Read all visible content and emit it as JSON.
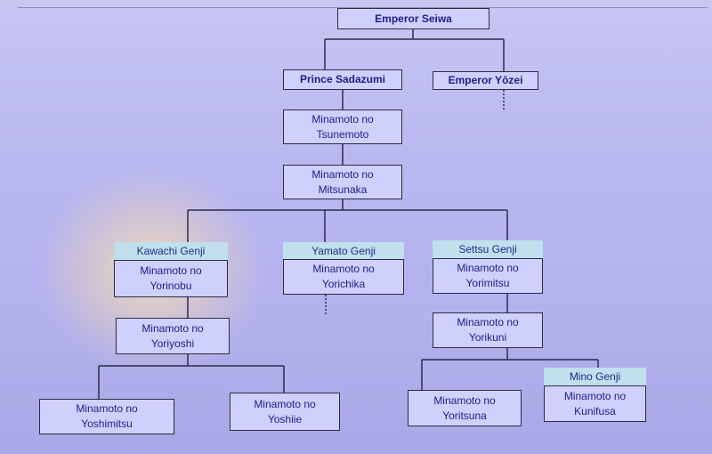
{
  "nodes": {
    "seiwa": "Emperor Seiwa",
    "sadazumi": "Prince Sadazumi",
    "yozei": "Emperor Yōzei",
    "tsunemoto": "Minamoto no\nTsunemoto",
    "mitsunaka": "Minamoto no\nMitsunaka",
    "yorinobu": "Minamoto no\nYorinobu",
    "yorichika": "Minamoto no\nYorichika",
    "yorimitsu": "Minamoto no\nYorimitsu",
    "yoriyoshi": "Minamoto no\nYoriyoshi",
    "yorikuni": "Minamoto no\nYorikuni",
    "yoshimitsu": "Minamoto no\nYoshimitsu",
    "yoshiie": "Minamoto no\nYoshiie",
    "yoritsuna": "Minamoto no\nYoritsuna",
    "kunifusa": "Minamoto no\nKunifusa"
  },
  "branches": {
    "kawachi": "Kawachi Genji",
    "yamato": "Yamato Genji",
    "settsu": "Settsu Genji",
    "mino": "Mino Genji"
  }
}
